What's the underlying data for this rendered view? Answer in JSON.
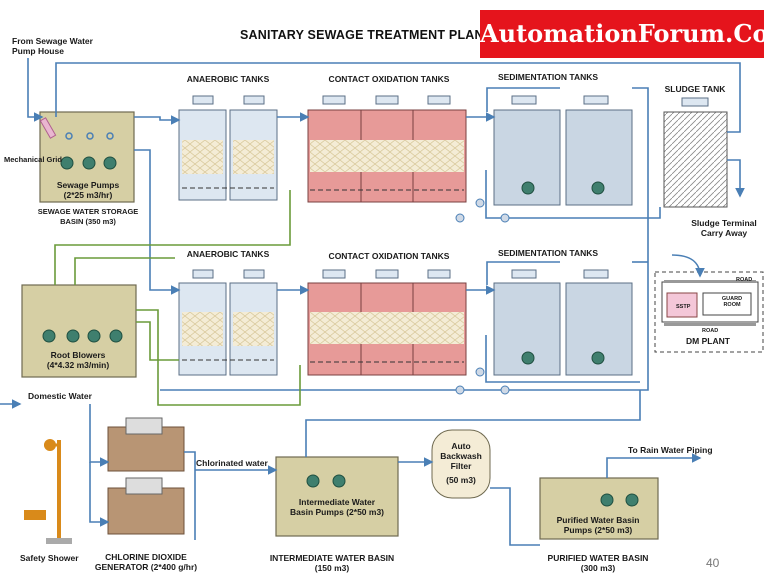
{
  "title": "SANITARY SEWAGE TREATMENT PLANT",
  "watermark": "AutomationForum.Co",
  "page_number": "40",
  "colors": {
    "pipe_blue": "#4a7fb5",
    "pipe_green": "#6a9b3a",
    "basin_fill": "#d6cfa4",
    "tank_fill": "#dde7f1",
    "oxidation_fill": "#e79a98",
    "sediment_fill": "#c9d6e3",
    "brand_red": "#e5141c"
  },
  "labels": {
    "from_sewage": "From Sewage Water",
    "pump_house": "Pump House",
    "mechanical_grid": "Mechanical Grid",
    "sewage_pumps": "Sewage Pumps",
    "sewage_pumps_cap": "(2*25 m3/hr)",
    "storage_basin": "SEWAGE WATER STORAGE",
    "storage_basin_cap": "BASIN (350 m3)",
    "anaerobic_top": "ANAEROBIC TANKS",
    "contact_top": "CONTACT OXIDATION TANKS",
    "sedimentation_top": "SEDIMENTATION TANKS",
    "sludge_tank": "SLUDGE TANK",
    "sludge_terminal": "Sludge Terminal",
    "carry_away": "Carry Away",
    "anaerobic_bottom": "ANAEROBIC TANKS",
    "contact_bottom": "CONTACT OXIDATION TANKS",
    "sedimentation_bottom": "SEDIMENTATION TANKS",
    "root_blowers": "Root Blowers",
    "root_blowers_cap": "(4*4.32 m3/min)",
    "dm_plant": "DM PLANT",
    "road_top": "ROAD",
    "road_bottom": "ROAD",
    "sstp": "SSTP",
    "guard_room": "GUARD ROOM",
    "domestic_water": "Domestic Water",
    "chlorinated_water": "Chlorinated water",
    "safety_shower": "Safety Shower",
    "chlorine_generator": "CHLORINE DIOXIDE",
    "chlorine_generator_cap": "GENERATOR (2*400 g/hr)",
    "intermediate_pumps": "Intermediate Water",
    "intermediate_pumps_cap": "Basin Pumps (2*50 m3)",
    "intermediate_basin": "INTERMEDIATE WATER BASIN",
    "intermediate_basin_cap": "(150 m3)",
    "auto_backwash": "Auto",
    "auto_backwash_2": "Backwash",
    "auto_backwash_3": "Filter",
    "auto_backwash_cap": "(50 m3)",
    "rain_water": "To Rain Water Piping",
    "purified_pumps": "Purified Water Basin",
    "purified_pumps_cap": "Pumps (2*50 m3)",
    "purified_basin": "PURIFIED WATER BASIN",
    "purified_basin_cap": "(300 m3)"
  }
}
